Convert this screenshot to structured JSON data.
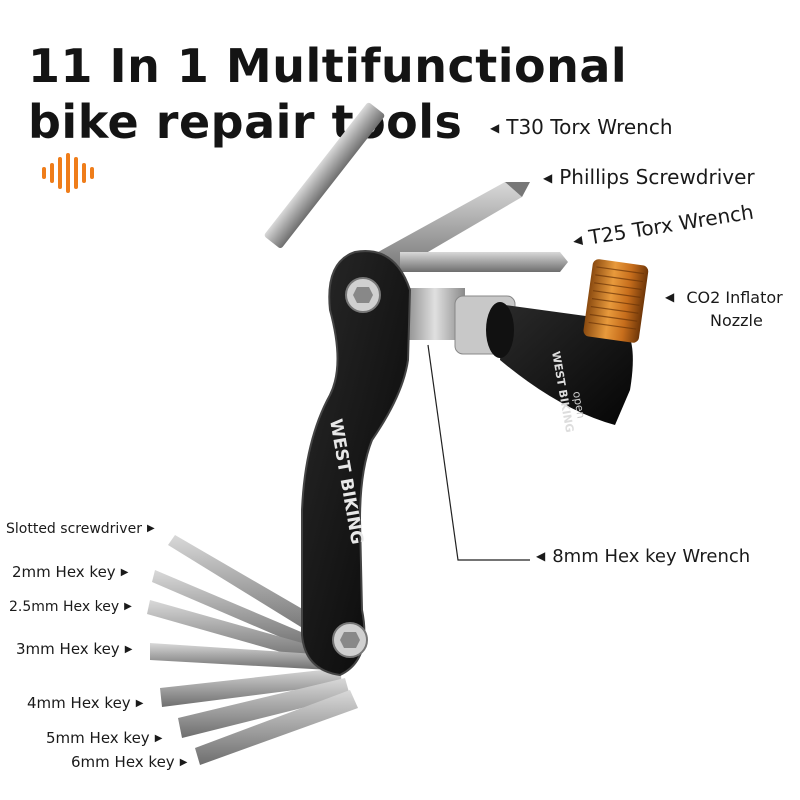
{
  "title": {
    "line1": "11 In 1 Multifunctional",
    "line2": "bike repair tools"
  },
  "brand": {
    "name": "WEST BIKING",
    "nozzle_text": "open"
  },
  "accent_color": "#ef7d1a",
  "callouts_right": {
    "t30": "T30 Torx Wrench",
    "phillips": "Phillips Screwdriver",
    "t25": "T25 Torx Wrench",
    "co2_line1": "CO2 Inflator",
    "co2_line2": "Nozzle",
    "hex8": "8mm Hex key Wrench"
  },
  "callouts_left": {
    "slotted": "Slotted screwdriver",
    "hex2": "2mm Hex key",
    "hex25": "2.5mm Hex key",
    "hex3": "3mm Hex key",
    "hex4": "4mm Hex key",
    "hex5": "5mm Hex key",
    "hex6": "6mm Hex key"
  }
}
